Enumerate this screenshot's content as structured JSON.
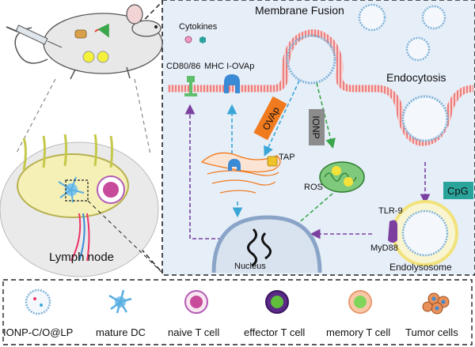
{
  "labels": {
    "membrane_fusion": "Membrane Fusion",
    "cytokines": "Cytokines",
    "cd80_86": "CD80/86",
    "mhc_ovap": "MHC I-OVAp",
    "endocytosis": "Endocytosis",
    "ovap": "OVAp",
    "ionp": "IONP",
    "tap": "TAP",
    "ros": "ROS",
    "cpg": "CpG",
    "tlr9": "TLR-9",
    "myd88": "MyD88",
    "nucleus": "Nucleus",
    "endolysosome": "Endolysosome",
    "lymph_node": "Lymph node"
  },
  "legend": [
    {
      "label": "IONP-C/O@LP",
      "icon": "liposome-icon"
    },
    {
      "label": "mature DC",
      "icon": "dendritic-cell-icon"
    },
    {
      "label": "naive T cell",
      "icon": "naive-t-cell-icon"
    },
    {
      "label": "effector T cell",
      "icon": "effector-t-cell-icon"
    },
    {
      "label": "memory T cell",
      "icon": "memory-t-cell-icon"
    },
    {
      "label": "Tumor cells",
      "icon": "tumor-cells-icon"
    }
  ],
  "colors": {
    "panel_bg": "#e6eef8",
    "membrane": "#e85a5a",
    "liposome": "#7fb2d8",
    "ovap_box": "#f07a1e",
    "ionp_box": "#8c8c8c",
    "cpg_box": "#2aa39b",
    "purple_arrow": "#7b3fa0",
    "cyan_arrow": "#3aa6d6",
    "green_arrow": "#3aa64a"
  }
}
